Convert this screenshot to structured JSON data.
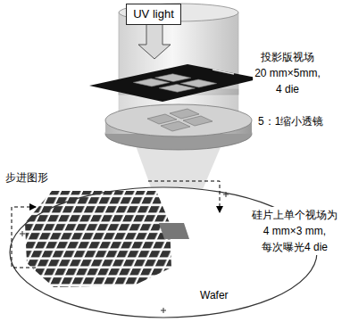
{
  "diagram": {
    "nodes": [
      {
        "text": [
          "UV light"
        ]
      }
    ],
    "labels": [
      "投影版视场 20 mm×5mm, 4 die",
      "5：1缩小透镜",
      "步进图形",
      "硅片上单个视场为 4 mm×3 mm, 每次曝光4 die",
      "Wafer"
    ]
  }
}
